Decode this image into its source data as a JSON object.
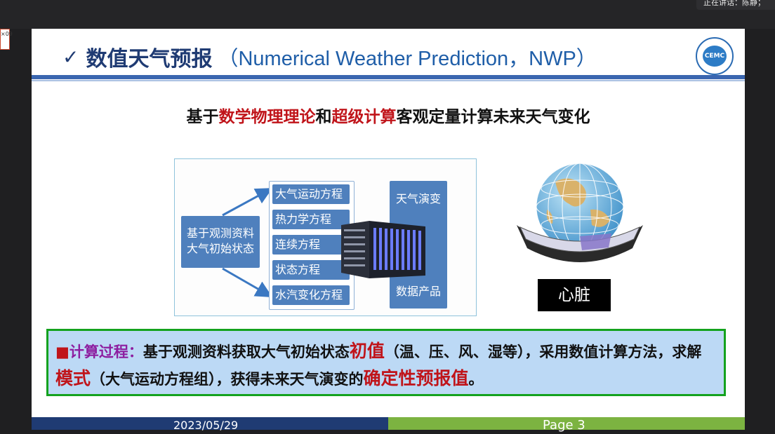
{
  "meeting": {
    "speaker_label": "正在讲话：陈静；",
    "side_tab_text": "×09"
  },
  "slide": {
    "title": {
      "checkmark": "✓",
      "cn": "数值天气预报",
      "en": "（Numerical Weather Prediction，NWP）"
    },
    "logo_text": "CEMC",
    "subtitle": {
      "part1": "基于",
      "red1": "数学物理理论",
      "part2": "和",
      "red2": "超级计算",
      "part3": "客观定量计算未来天气变化"
    },
    "diagram": {
      "initial_state": [
        "基于观测资料",
        "大气初始状态"
      ],
      "equations": [
        "大气运动方程",
        "热力学方程",
        "连续方程",
        "状态方程",
        "水汽变化方程"
      ],
      "evolution": "天气演变",
      "products": "数据产品"
    },
    "heart_label": "心脏",
    "note": {
      "marker": "■",
      "label": "计算过程：",
      "text1": "基于观测资料获取大气初始状态",
      "emph1": "初值",
      "text2": "（温、压、风、湿等），采用数值计算方法，求解",
      "emph2": "模式",
      "text3": "（大气运动方程组），获得未来天气演变的",
      "emph3": "确定性预报值",
      "end": "。"
    },
    "footer": {
      "date": "2023/05/29",
      "page": "Page 3"
    }
  },
  "colors": {
    "title_blue": "#1f3b73",
    "accent_red": "#c0141a",
    "box_blue": "#4f80bd",
    "note_bg": "#bcd9f5",
    "note_border": "#14a21e",
    "footer_left": "#1f3b73",
    "footer_right": "#7cb341"
  }
}
